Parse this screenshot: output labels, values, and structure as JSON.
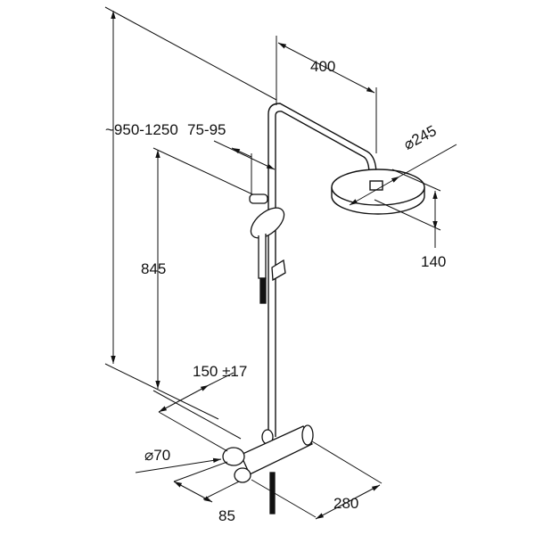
{
  "diagram": {
    "title": "Shower system dimension drawing",
    "dimensions": {
      "total_height": "~950-1250",
      "holder_height": "845",
      "arm_reach": "400",
      "wall_distance": "75-95",
      "head_diameter_symbol": "⌀",
      "head_diameter": "245",
      "head_drop": "140",
      "inlet_spacing": "150 ±17",
      "handle_diameter_symbol": "⌀",
      "handle_diameter": "70",
      "mixer_depth": "85",
      "mixer_width": "280"
    },
    "colors": {
      "line": "#111111",
      "background": "#ffffff"
    }
  }
}
